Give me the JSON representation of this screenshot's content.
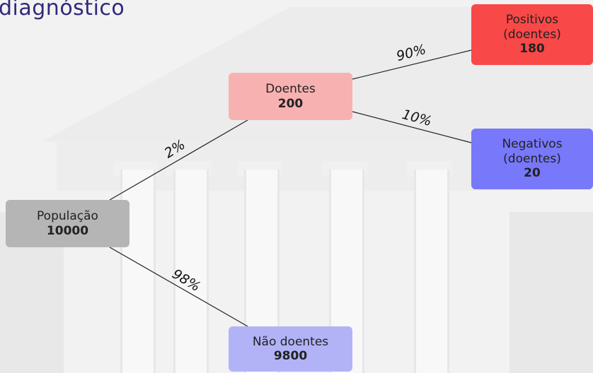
{
  "title": "diagnóstico",
  "nodes": {
    "populacao": {
      "label": "População",
      "value": "10000",
      "color": "#b5b5b5"
    },
    "doentes": {
      "label": "Doentes",
      "value": "200",
      "color": "#f7b1b1"
    },
    "nao_doentes": {
      "label": "Não doentes",
      "value": "9800",
      "color": "#b2b3f7"
    },
    "positivos": {
      "label": "Positivos",
      "sublabel": "(doentes)",
      "value": "180",
      "color": "#f94848"
    },
    "negativos": {
      "label": "Negativos",
      "sublabel": "(doentes)",
      "value": "20",
      "color": "#7878fa"
    }
  },
  "edges": {
    "pop_doentes": "2%",
    "pop_nao_doentes": "98%",
    "doentes_positivos": "90%",
    "doentes_negativos": "10%"
  }
}
